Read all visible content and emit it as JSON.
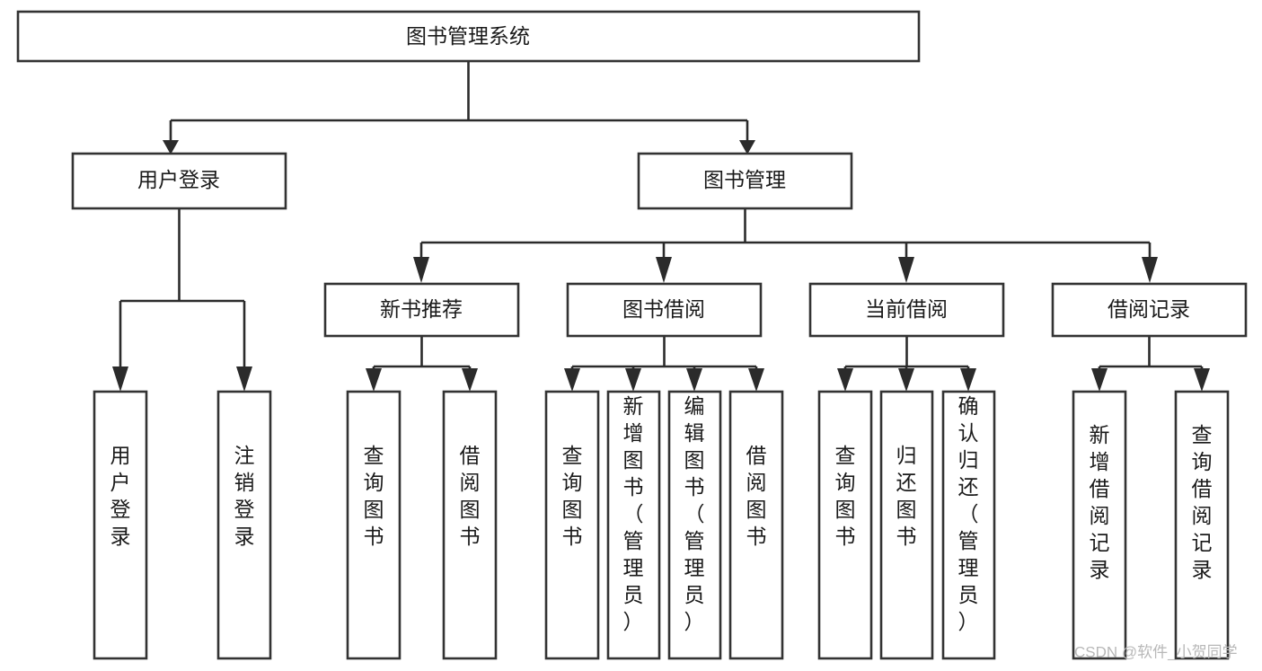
{
  "diagram": {
    "title": "图书管理系统",
    "watermark": "CSDN @软件_小贺同学",
    "colors": {
      "box_stroke": "#333333",
      "box_fill": "#ffffff",
      "connector": "#2b2b2b",
      "text": "#1a1a1a",
      "watermark": "#b8b8b8",
      "background": "#ffffff"
    },
    "levels": {
      "root": "图书管理系统",
      "level2": [
        "用户登录",
        "图书管理"
      ],
      "level3": [
        "新书推荐",
        "图书借阅",
        "当前借阅",
        "借阅记录"
      ]
    },
    "nodes": {
      "root": {
        "label": "图书管理系统",
        "orientation": "horizontal"
      },
      "user_login": {
        "label": "用户登录",
        "orientation": "horizontal"
      },
      "book_manage": {
        "label": "图书管理",
        "orientation": "horizontal"
      },
      "new_book_rec": {
        "label": "新书推荐",
        "orientation": "horizontal"
      },
      "book_borrow": {
        "label": "图书借阅",
        "orientation": "horizontal"
      },
      "current_borrow": {
        "label": "当前借阅",
        "orientation": "horizontal"
      },
      "borrow_record": {
        "label": "借阅记录",
        "orientation": "horizontal"
      },
      "leaf_1": {
        "label": "用户登录",
        "orientation": "vertical",
        "parent": "用户登录"
      },
      "leaf_2": {
        "label": "注销登录",
        "orientation": "vertical",
        "parent": "用户登录"
      },
      "leaf_3": {
        "label": "查询图书",
        "orientation": "vertical",
        "parent": "新书推荐"
      },
      "leaf_4": {
        "label": "借阅图书",
        "orientation": "vertical",
        "parent": "新书推荐"
      },
      "leaf_5": {
        "label": "查询图书",
        "orientation": "vertical",
        "parent": "图书借阅"
      },
      "leaf_6": {
        "label": "新增图书（管理员）",
        "orientation": "vertical",
        "parent": "图书借阅"
      },
      "leaf_7": {
        "label": "编辑图书（管理员）",
        "orientation": "vertical",
        "parent": "图书借阅"
      },
      "leaf_8": {
        "label": "借阅图书",
        "orientation": "vertical",
        "parent": "图书借阅"
      },
      "leaf_9": {
        "label": "查询图书",
        "orientation": "vertical",
        "parent": "当前借阅"
      },
      "leaf_10": {
        "label": "归还图书",
        "orientation": "vertical",
        "parent": "当前借阅"
      },
      "leaf_11": {
        "label": "确认归还（管理员）",
        "orientation": "vertical",
        "parent": "当前借阅"
      },
      "leaf_12": {
        "label": "新增借阅记录",
        "orientation": "vertical",
        "parent": "借阅记录"
      },
      "leaf_13": {
        "label": "查询借阅记录",
        "orientation": "vertical",
        "parent": "借阅记录"
      }
    }
  }
}
